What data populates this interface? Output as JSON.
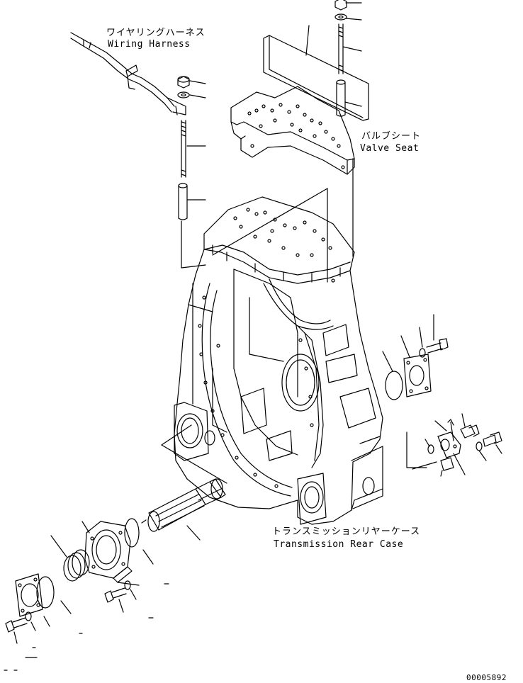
{
  "labels": {
    "wiring_harness_jp": "ワイヤリングハーネス",
    "wiring_harness_en": "Wiring Harness",
    "valve_seat_jp": "バルブシート",
    "valve_seat_en": "Valve Seat",
    "rear_case_jp": "トランスミッションリヤーケース",
    "rear_case_en": "Transmission Rear Case",
    "drawing_number": "00005892"
  },
  "colors": {
    "line": "#000000",
    "background": "#ffffff"
  }
}
